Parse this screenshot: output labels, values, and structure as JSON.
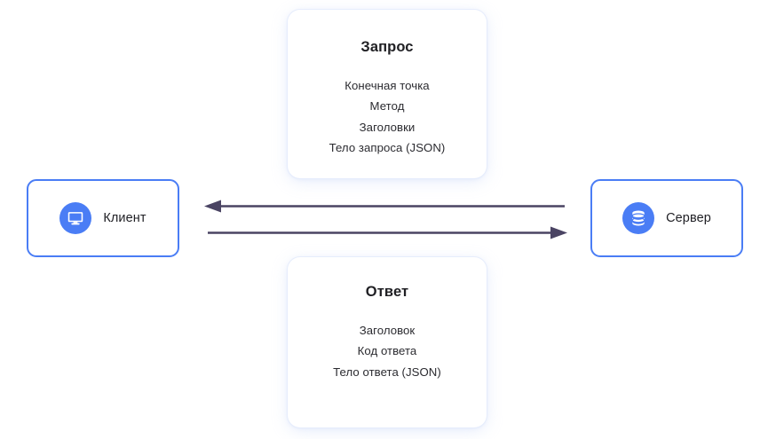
{
  "diagram": {
    "type": "client-server-request-response",
    "background_color": "#ffffff",
    "accent_color": "#4a7df5",
    "arrow_color": "#4a4463",
    "text_color": "#202024"
  },
  "nodes": {
    "client": {
      "label": "Клиент",
      "icon": "monitor-icon"
    },
    "server": {
      "label": "Сервер",
      "icon": "database-icon"
    }
  },
  "cards": {
    "request": {
      "title": "Запрос",
      "items": [
        "Конечная точка",
        "Метод",
        "Заголовки",
        "Тело запроса (JSON)"
      ]
    },
    "response": {
      "title": "Ответ",
      "items": [
        "Заголовок",
        "Код ответа",
        "Тело ответа (JSON)"
      ]
    }
  },
  "arrows": [
    {
      "name": "response-arrow",
      "direction": "right-to-left",
      "from": "server",
      "to": "client",
      "color": "#4a4463"
    },
    {
      "name": "request-arrow",
      "direction": "left-to-right",
      "from": "client",
      "to": "server",
      "color": "#4a4463"
    }
  ]
}
